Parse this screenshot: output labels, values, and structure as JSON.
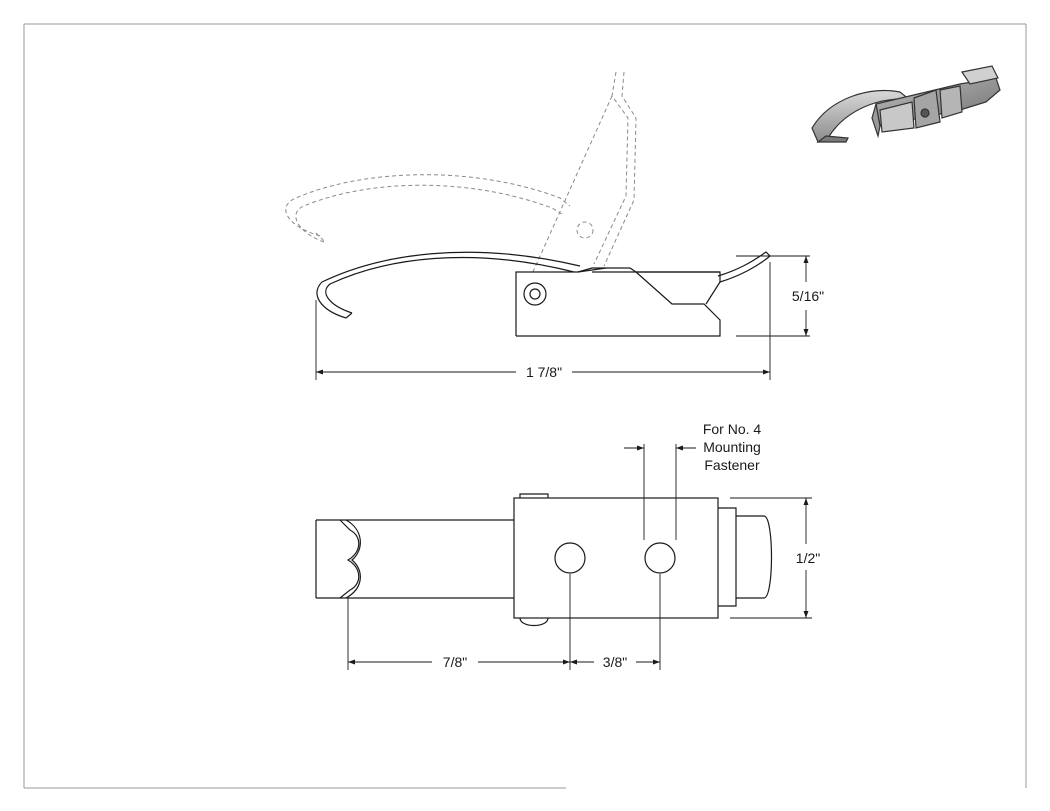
{
  "dimensions": {
    "overall_length": "1 7/8\"",
    "height": "5/16\"",
    "width": "1/2\"",
    "hole_offset": "7/8\"",
    "hole_spacing": "3/8\""
  },
  "note": {
    "line1": "For No. 4",
    "line2": "Mounting",
    "line3": "Fastener"
  },
  "thumbnail": {
    "icon": "latch-3d-render-icon"
  }
}
